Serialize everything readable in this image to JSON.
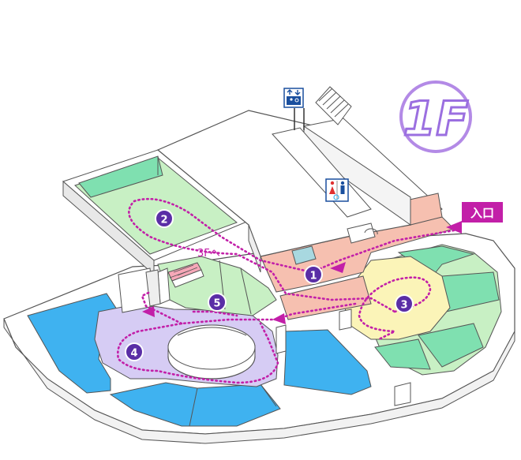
{
  "floor": {
    "label": "1F",
    "ring_color": "#b38ae6",
    "text_color": "#9b6fe0"
  },
  "entrance": {
    "label": "入口",
    "color": "#c21fa8"
  },
  "stairs_note": {
    "label": "3Fへ"
  },
  "route": {
    "color": "#c21fa8",
    "markers": [
      {
        "id": "1",
        "label": "1"
      },
      {
        "id": "2",
        "label": "2"
      },
      {
        "id": "3",
        "label": "3"
      },
      {
        "id": "4",
        "label": "4"
      },
      {
        "id": "5",
        "label": "5"
      }
    ]
  },
  "icons": {
    "elevator": "elevator-icon",
    "restroom": "restroom-icon",
    "stairs": "stairs-icon"
  },
  "colors": {
    "pool_blue": "#3fb2f0",
    "light_green": "#c8f0c4",
    "mint": "#7fe0b0",
    "pale_yellow": "#fbf4b8",
    "lavender": "#d6ccf4",
    "salmon": "#f6c0b0",
    "marker_fill": "#5a2ea6"
  }
}
